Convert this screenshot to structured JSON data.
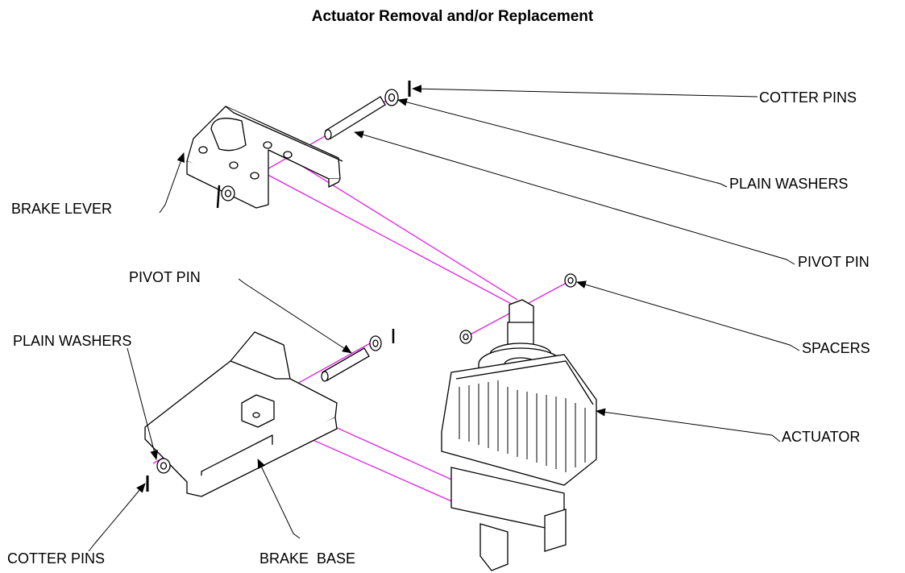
{
  "title": "Actuator Removal and/or Replacement",
  "labels": {
    "cotter_pins_top": "COTTER PINS",
    "plain_washers_top": "PLAIN WASHERS",
    "pivot_pin_top": "PIVOT PIN",
    "spacers": "SPACERS",
    "actuator": "ACTUATOR",
    "brake_lever": "BRAKE LEVER",
    "pivot_pin_left": "PIVOT PIN",
    "plain_washers_left": "PLAIN WASHERS",
    "cotter_pins_bottom": "COTTER PINS",
    "brake_base": "BRAKE  BASE"
  },
  "colors": {
    "line": "#000000",
    "alignment": "#e020e0",
    "background": "#ffffff"
  }
}
